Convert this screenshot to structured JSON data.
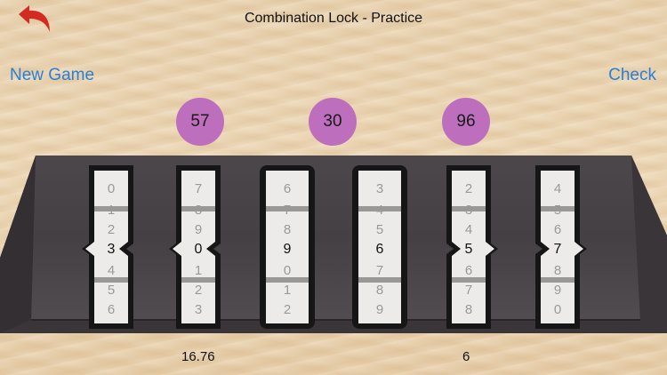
{
  "header": {
    "title": "Combination Lock - Practice",
    "back_icon": "undo-arrow-icon"
  },
  "actions": {
    "new_game_label": "New Game",
    "check_label": "Check"
  },
  "clues": [
    "57",
    "30",
    "96"
  ],
  "colors": {
    "accent_link": "#2a7fd6",
    "clue_bubble": "#bd6fbd",
    "back_arrow": "#d32a22",
    "lock_body": "#4a4649"
  },
  "wheels": [
    {
      "shape": "chevron-left",
      "above": [
        "0",
        "1",
        "2"
      ],
      "selected": "3",
      "below": [
        "4",
        "5",
        "6"
      ]
    },
    {
      "shape": "chevron-left",
      "above": [
        "7",
        "8",
        "9"
      ],
      "selected": "0",
      "below": [
        "1",
        "2",
        "3"
      ]
    },
    {
      "shape": "straight",
      "above": [
        "6",
        "7",
        "8"
      ],
      "selected": "9",
      "below": [
        "0",
        "1",
        "2"
      ]
    },
    {
      "shape": "straight",
      "above": [
        "3",
        "4",
        "5"
      ],
      "selected": "6",
      "below": [
        "7",
        "8",
        "9"
      ]
    },
    {
      "shape": "chevron-right",
      "above": [
        "2",
        "3",
        "4"
      ],
      "selected": "5",
      "below": [
        "6",
        "7",
        "8"
      ]
    },
    {
      "shape": "chevron-right",
      "above": [
        "4",
        "5",
        "6"
      ],
      "selected": "7",
      "below": [
        "8",
        "9",
        "0"
      ]
    }
  ],
  "stats": {
    "left_value": "16.76",
    "right_value": "6"
  }
}
